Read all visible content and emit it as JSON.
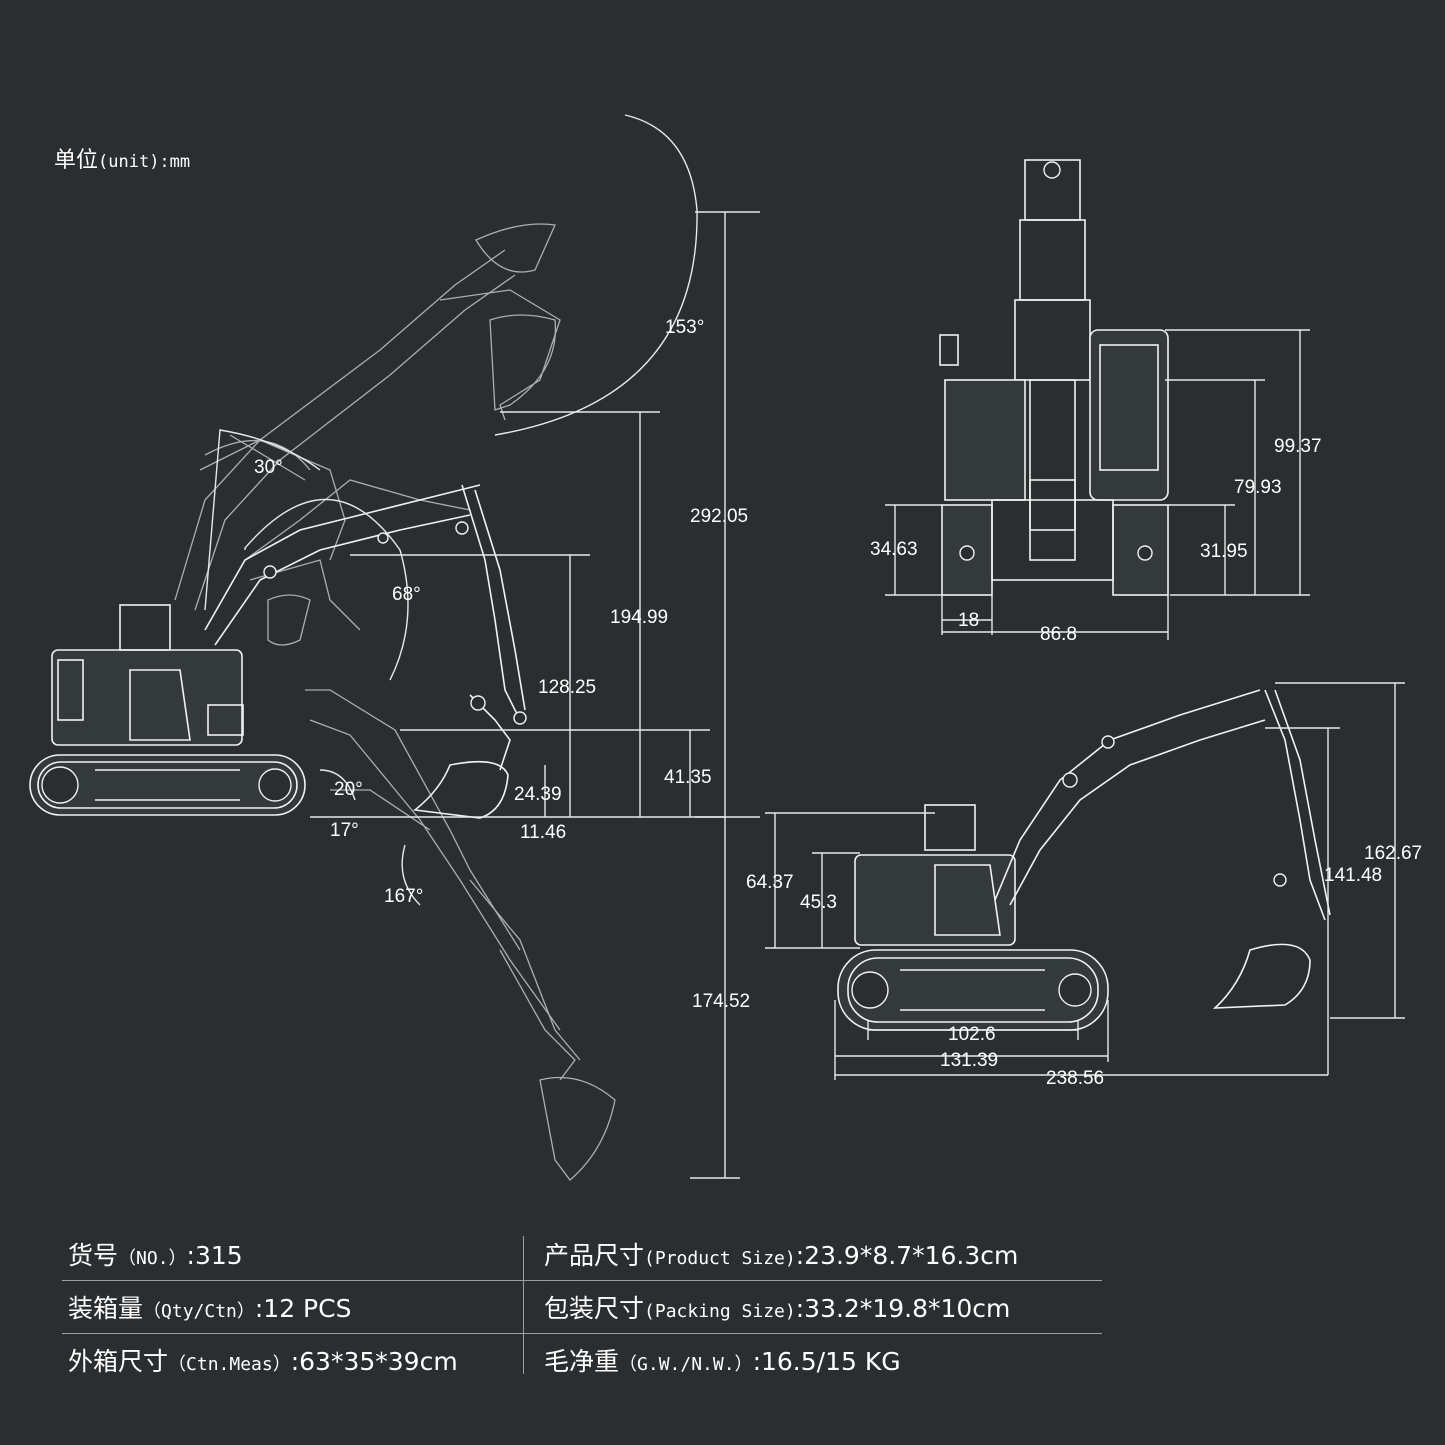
{
  "unit": {
    "zh": "单位",
    "en": "(unit):mm"
  },
  "dimensions": {
    "side_view": {
      "max_height_above": "292.05",
      "bucket_height_194": "194.99",
      "height_128": "128.25",
      "height_41": "41.35",
      "height_24": "24.39",
      "offset_11": "11.46",
      "dig_depth": "174.52"
    },
    "angles": {
      "a153": "153°",
      "a30": "30°",
      "a68": "68°",
      "a20": "20°",
      "a17": "17°",
      "a167": "167°"
    },
    "front_view": {
      "h99": "99.37",
      "h79": "79.93",
      "h34": "34.63",
      "h31": "31.95",
      "w18": "18",
      "w86": "86.8"
    },
    "right_view": {
      "h162": "162.67",
      "h141": "141.48",
      "h64": "64.37",
      "h45": "45.3",
      "l102": "102.6",
      "l131": "131.39",
      "l238": "238.56"
    }
  },
  "specs": {
    "row0": {
      "left_zh": "货号",
      "left_en": "（NO.）",
      "left_val": ":315",
      "right_zh": "产品尺寸",
      "right_en": "(Product Size)",
      "right_val": ":23.9*8.7*16.3cm"
    },
    "row1": {
      "left_zh": "装箱量",
      "left_en": "（Qty/Ctn）",
      "left_val": ":12 PCS",
      "right_zh": "包装尺寸",
      "right_en": "(Packing Size)",
      "right_val": ":33.2*19.8*10cm"
    },
    "row2": {
      "left_zh": "外箱尺寸",
      "left_en": "（Ctn.Meas）",
      "left_val": ":63*35*39cm",
      "right_zh": "毛净重",
      "right_en": "（G.W./N.W.）",
      "right_val": ":16.5/15 KG"
    }
  }
}
